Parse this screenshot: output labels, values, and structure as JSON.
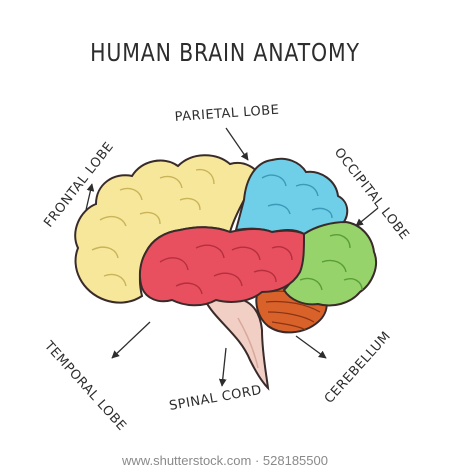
{
  "title": "HUMAN BRAIN ANATOMY",
  "labels": {
    "parietal": "PARIETAL LOBE",
    "frontal": "FRONTAL LOBE",
    "occipital": "OCCIPITAL LOBE",
    "temporal": "TEMPORAL LOBE",
    "spinal": "SPINAL CORD",
    "cerebellum": "CEREBELLUM"
  },
  "watermark": "www.shutterstock.com · 528185500",
  "colors": {
    "frontal": "#f7e79a",
    "parietal": "#6fcfe8",
    "occipital": "#96d36a",
    "temporal": "#e8505f",
    "cerebellum": "#d9622b",
    "brainstem": "#f2cfc4",
    "outline": "#3a2b2b"
  }
}
